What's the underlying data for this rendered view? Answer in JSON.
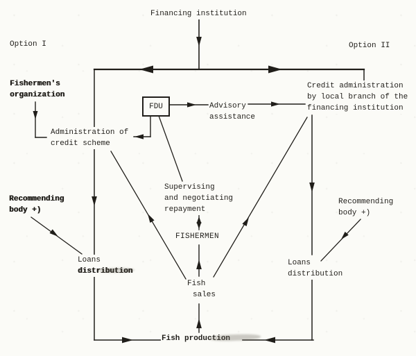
{
  "colors": {
    "paper": "#fbfbf7",
    "ink": "#201e1a"
  },
  "labels": {
    "financing_institution": {
      "lines": [
        "Financing institution"
      ]
    },
    "option_i": {
      "lines": [
        "Option I"
      ]
    },
    "option_ii": {
      "lines": [
        "Option II"
      ]
    },
    "fishermens_organization": {
      "lines": [
        "Fishermen's",
        "organization"
      ]
    },
    "credit_administration": {
      "lines": [
        "Credit administration",
        "by local branch of the",
        "financing institution"
      ]
    },
    "fdu": {
      "lines": [
        "FDU"
      ]
    },
    "advisory_assistance": {
      "lines": [
        "Advisory",
        "assistance"
      ]
    },
    "administration_of_credit_scheme": {
      "lines": [
        "Administration of",
        "credit scheme"
      ]
    },
    "supervising_repayment": {
      "lines": [
        "Supervising",
        "and negotiating",
        "repayment"
      ]
    },
    "fishermen": {
      "lines": [
        "FISHERMEN"
      ]
    },
    "recommending_body_left": {
      "lines": [
        "Recommending",
        "body +)"
      ]
    },
    "recommending_body_right": {
      "lines": [
        "Recommending",
        "body +)"
      ]
    },
    "loans_distribution_left": {
      "lines": [
        "Loans",
        "distribution"
      ]
    },
    "loans_distribution_right": {
      "lines": [
        "Loans",
        "distribution"
      ]
    },
    "fish_sales": {
      "lines": [
        "Fish",
        "sales"
      ]
    },
    "fish_production": {
      "lines": [
        "Fish production"
      ]
    }
  },
  "diagram": {
    "lines": [
      [
        287,
        28,
        287,
        99,
        1.6
      ],
      [
        136,
        100,
        525,
        100,
        2.2
      ],
      [
        136,
        100,
        136,
        490,
        1.5
      ],
      [
        136,
        490,
        232,
        490,
        1.6
      ],
      [
        525,
        100,
        525,
        117,
        1.5
      ],
      [
        450,
        166,
        450,
        367,
        1.5
      ],
      [
        450,
        397,
        450,
        490,
        1.5
      ],
      [
        452,
        490,
        350,
        490,
        1.6
      ],
      [
        51,
        147,
        51,
        198,
        1.4
      ],
      [
        51,
        198,
        67,
        198,
        1.4
      ],
      [
        243,
        151,
        300,
        151,
        1.4
      ],
      [
        358,
        150,
        440,
        150,
        1.4
      ],
      [
        217,
        166,
        217,
        197,
        1.4
      ],
      [
        217,
        197,
        193,
        197,
        1.4
      ],
      [
        229,
        167,
        263,
        261,
        1.3
      ],
      [
        160,
        218,
        268,
        402,
        1.3
      ],
      [
        443,
        169,
        308,
        399,
        1.3
      ],
      [
        45,
        313,
        118,
        366,
        1.3
      ],
      [
        520,
        316,
        463,
        376,
        1.3
      ],
      [
        287,
        310,
        287,
        331,
        1.3
      ],
      [
        287,
        353,
        287,
        398,
        1.4
      ],
      [
        287,
        438,
        287,
        479,
        1.4
      ]
    ],
    "arrows": [
      [
        287,
        67,
        90,
        14
      ],
      [
        201,
        100,
        180,
        20
      ],
      [
        407,
        100,
        0,
        20
      ],
      [
        51,
        172,
        90,
        12
      ],
      [
        283,
        151,
        0,
        13
      ],
      [
        404,
        150,
        0,
        13
      ],
      [
        194,
        197,
        180,
        13
      ],
      [
        136,
        297,
        90,
        14
      ],
      [
        450,
        277,
        90,
        14
      ],
      [
        213,
        308,
        -120,
        13
      ],
      [
        359,
        313,
        -60,
        13
      ],
      [
        84,
        341,
        37,
        13
      ],
      [
        492,
        345,
        133,
        12
      ],
      [
        287,
        312,
        -90,
        10
      ],
      [
        287,
        330,
        90,
        10
      ],
      [
        287,
        374,
        -90,
        14
      ],
      [
        287,
        459,
        -90,
        14
      ],
      [
        192,
        490,
        0,
        16
      ],
      [
        381,
        490,
        180,
        16
      ]
    ]
  }
}
